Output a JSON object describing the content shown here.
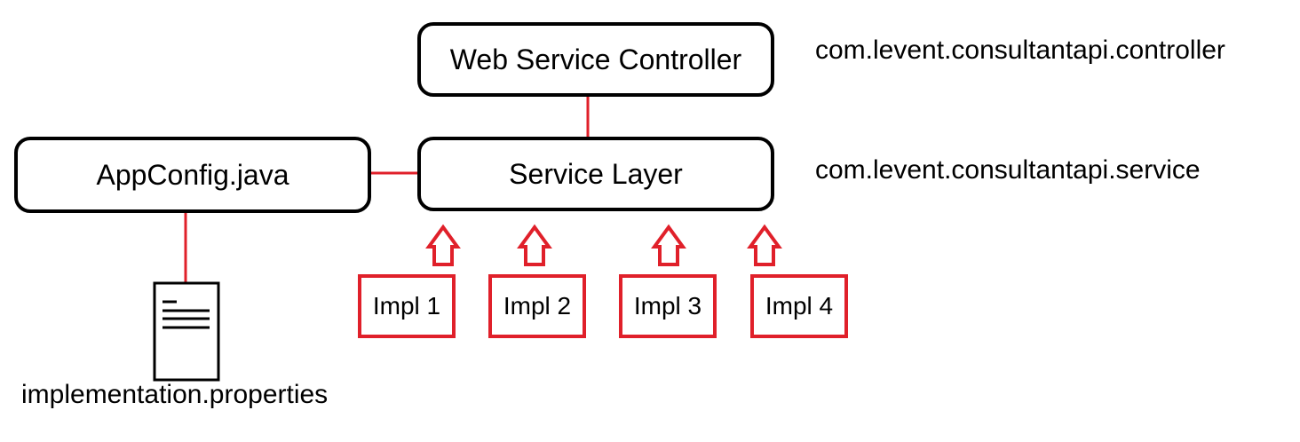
{
  "nodes": {
    "controller": {
      "label": "Web Service Controller"
    },
    "service": {
      "label": "Service Layer"
    },
    "appconfig": {
      "label": "AppConfig.java"
    },
    "impls": [
      {
        "label": "Impl 1"
      },
      {
        "label": "Impl 2"
      },
      {
        "label": "Impl 3"
      },
      {
        "label": "Impl 4"
      }
    ]
  },
  "packages": {
    "controller": "com.levent.consultantapi.controller",
    "service": "com.levent.consultantapi.service"
  },
  "document": {
    "caption": "implementation.properties",
    "icon": "document-icon"
  },
  "colors": {
    "connector": "#e0202a",
    "box_border": "#000000",
    "impl_border": "#e0202a"
  }
}
